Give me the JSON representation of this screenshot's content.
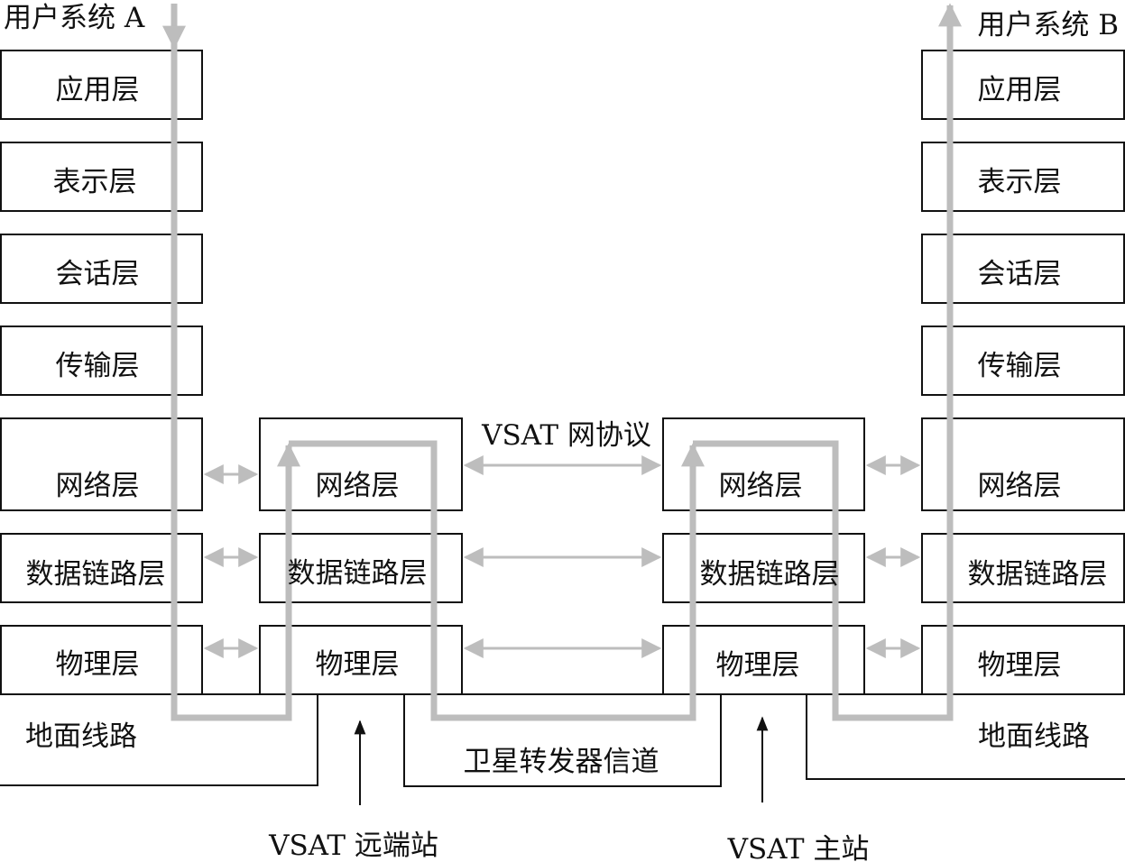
{
  "systems": {
    "user_a": "用户系统 A",
    "user_b": "用户系统 B"
  },
  "layers": {
    "application": "应用层",
    "presentation": "表示层",
    "session": "会话层",
    "transport": "传输层",
    "network": "网络层",
    "data_link": "数据链路层",
    "physical": "物理层"
  },
  "links": {
    "ground_line_left": "地面线路",
    "ground_line_right": "地面线路",
    "satellite_channel": "卫星转发器信道"
  },
  "protocol_label": "VSAT 网协议",
  "stations": {
    "remote": "VSAT 远端站",
    "hub": "VSAT 主站"
  },
  "colors": {
    "box_stroke": "#111111",
    "flow_path": "#bdbdbd",
    "peer_arrow": "#bdbdbd",
    "station_arrow": "#111111",
    "background": "#ffffff"
  }
}
